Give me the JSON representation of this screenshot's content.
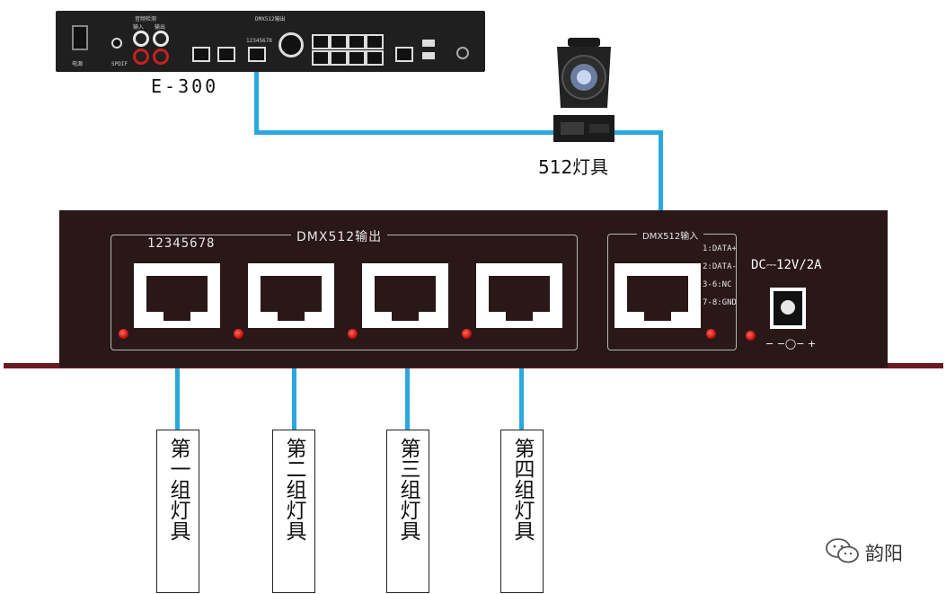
{
  "e300": {
    "label": "E-300",
    "power_label": "电源",
    "audio_label": "音频检测",
    "in_label": "输入",
    "out_label": "输出",
    "spdif_label": "SPDIF",
    "dmx_label": "DMX512输出",
    "ports_label": "12345678"
  },
  "fixture": {
    "label": "512灯具"
  },
  "controller": {
    "output_title": "DMX512输出",
    "port_numbers": "12345678",
    "input_title": "DMX512输入",
    "pinout": [
      "1:DATA+",
      "2:DATA-",
      "3-6:NC",
      "7-8:GND"
    ],
    "power_spec": "DC⎓12V/2A",
    "polarity": "− −◯− +"
  },
  "groups": [
    {
      "label": "第一组灯具"
    },
    {
      "label": "第二组灯具"
    },
    {
      "label": "第三组灯具"
    },
    {
      "label": "第四组灯具"
    }
  ],
  "watermark": {
    "text": "韵阳"
  },
  "colors": {
    "cable": "#29a8e0",
    "box": "#2a1718",
    "flange": "#6a1b1f",
    "led": "#c40a0a"
  }
}
